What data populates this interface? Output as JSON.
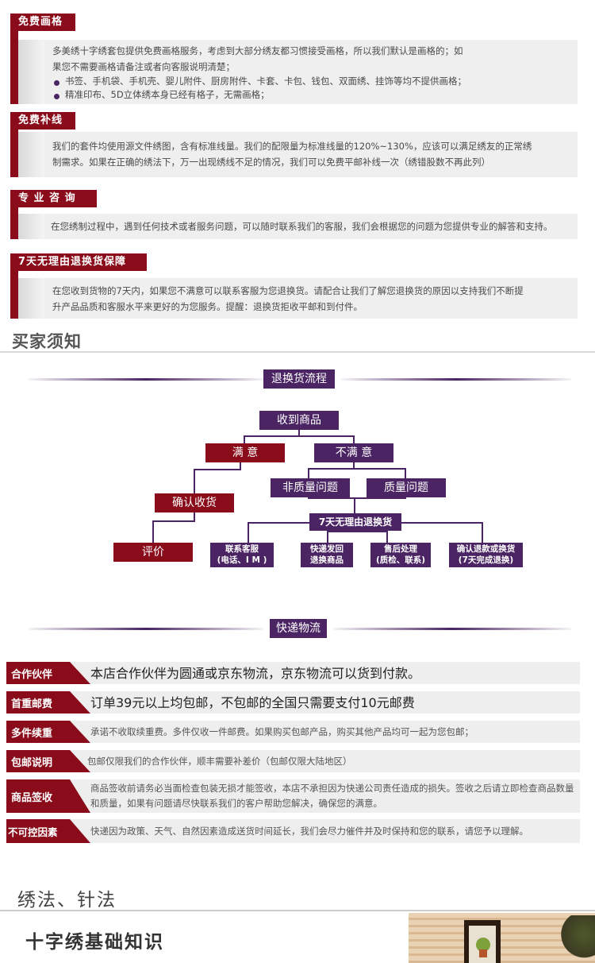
{
  "services": [
    {
      "tab": "免费画格",
      "lines": [
        "多美绣十字绣套包提供免费画格服务，考虑到大部分绣友都习惯接受画格，所以我们默认是画格的；如",
        "果您不需要画格请备注或者向客服说明清楚；"
      ],
      "bullets": [
        "书签、手机袋、手机壳、婴儿附件、厨房附件、卡套、卡包、钱包、双面绣、挂饰等均不提供画格；",
        "精准印布、5D立体绣本身已经有格子，无需画格；"
      ]
    },
    {
      "tab": "免费补线",
      "lines": [
        "我们的套件均使用源文件绣图，含有标准线量。我们的配限量为标准线量的120%~130%，应该可以满足绣友的正常绣",
        "制需求。如果在正确的绣法下，万一出现绣线不足的情况，我们可以免费平邮补线一次（绣错股数不再此列）"
      ]
    },
    {
      "tab": "专 业 咨 询",
      "lines": [
        "在您绣制过程中，遇到任何技术或者服务问题，可以随时联系我们的客服，我们会根据您的问题为您提供专业的解答和支持。"
      ]
    },
    {
      "tab": "7天无理由退换货保障",
      "lines": [
        "在您收到货物的7天内，如果您不满意可以联系客服为您退换货。请配合让我们了解您退换货的原因以支持我们不断提",
        "升产品品质和客服水平来更好的为您服务。提醒：退换货拒收平邮和到付件。"
      ]
    }
  ],
  "section_title": "买家须知",
  "return_flow": {
    "title": "退换货流程",
    "received": "收到商品",
    "satisfied": "满 意",
    "unsatisfied": "不满 意",
    "non_quality": "非质量问题",
    "quality": "质量问题",
    "confirm_receipt": "确认收货",
    "seven_day": "7天无理由退换货",
    "review": "评价",
    "steps": [
      [
        "联系客服",
        "(电话、I M )"
      ],
      [
        "快递发回",
        "退换商品"
      ],
      [
        "售后处理",
        "(质检、联系)"
      ],
      [
        "确认退款或换货",
        "(7天完成退换)"
      ]
    ]
  },
  "express": {
    "title": "快递物流",
    "rows": [
      {
        "label": "合作伙伴",
        "text": "本店合作伙伴为圆通或京东物流，京东物流可以货到付款。",
        "big": true
      },
      {
        "label": "首重邮费",
        "text": "订单39元以上均包邮，不包邮的全国只需要支付10元邮费",
        "big": true
      },
      {
        "label": "多件续重",
        "text": "承诺不收取续重费。多件仅收一件邮费。如果购买包邮产品，购买其他产品均可一起为您包邮；",
        "big": false
      },
      {
        "label": "包邮说明",
        "text": "包邮仅限我们的合作伙伴，顺丰需要补差价（包邮仅限大陆地区）",
        "big": false
      },
      {
        "label": "商品签收",
        "text": "商品签收前请务必当面检查包装无损才能签收，本店不承担因为快递公司责任造成的损失。签收之后请立即检查商品数量和质量，如果有问题请尽快联系我们的客户帮助您解决，确保您的满意。",
        "big": false
      },
      {
        "label": "不可控因素",
        "text": "快递因为政策、天气、自然因素造成送货时间延长，我们会尽力催件并及时保持和您的联系，请您予以理解。",
        "big": false
      }
    ]
  },
  "bottom": {
    "section": "绣法、针法",
    "knowledge_title": "十字绣基础知识"
  },
  "colors": {
    "brand_red": "#8a0c1a",
    "brand_purple": "#4a2463"
  }
}
